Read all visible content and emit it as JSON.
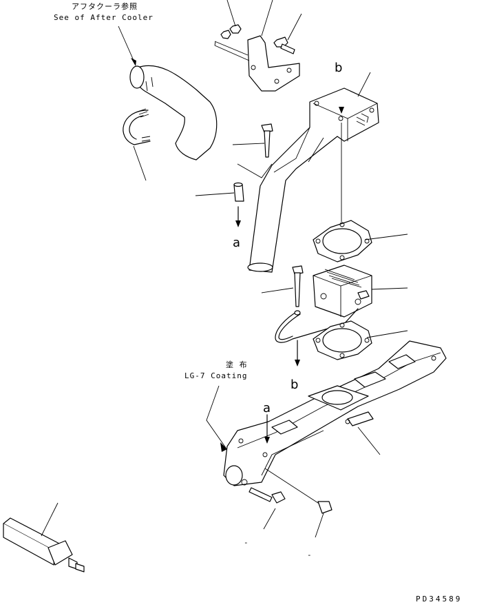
{
  "labels": {
    "aftercooler_jp": "アフタクーラ参照",
    "aftercooler_en": "See of After Cooler",
    "coating_jp": "塗 布",
    "coating_en": "LG-7 Coating",
    "ref_b_top": "b",
    "ref_a_mid": "a",
    "ref_b_mid": "b",
    "ref_a_low": "a",
    "callout_dash_1": "-",
    "callout_dash_2": "-",
    "drawing_code": "PD34589"
  }
}
